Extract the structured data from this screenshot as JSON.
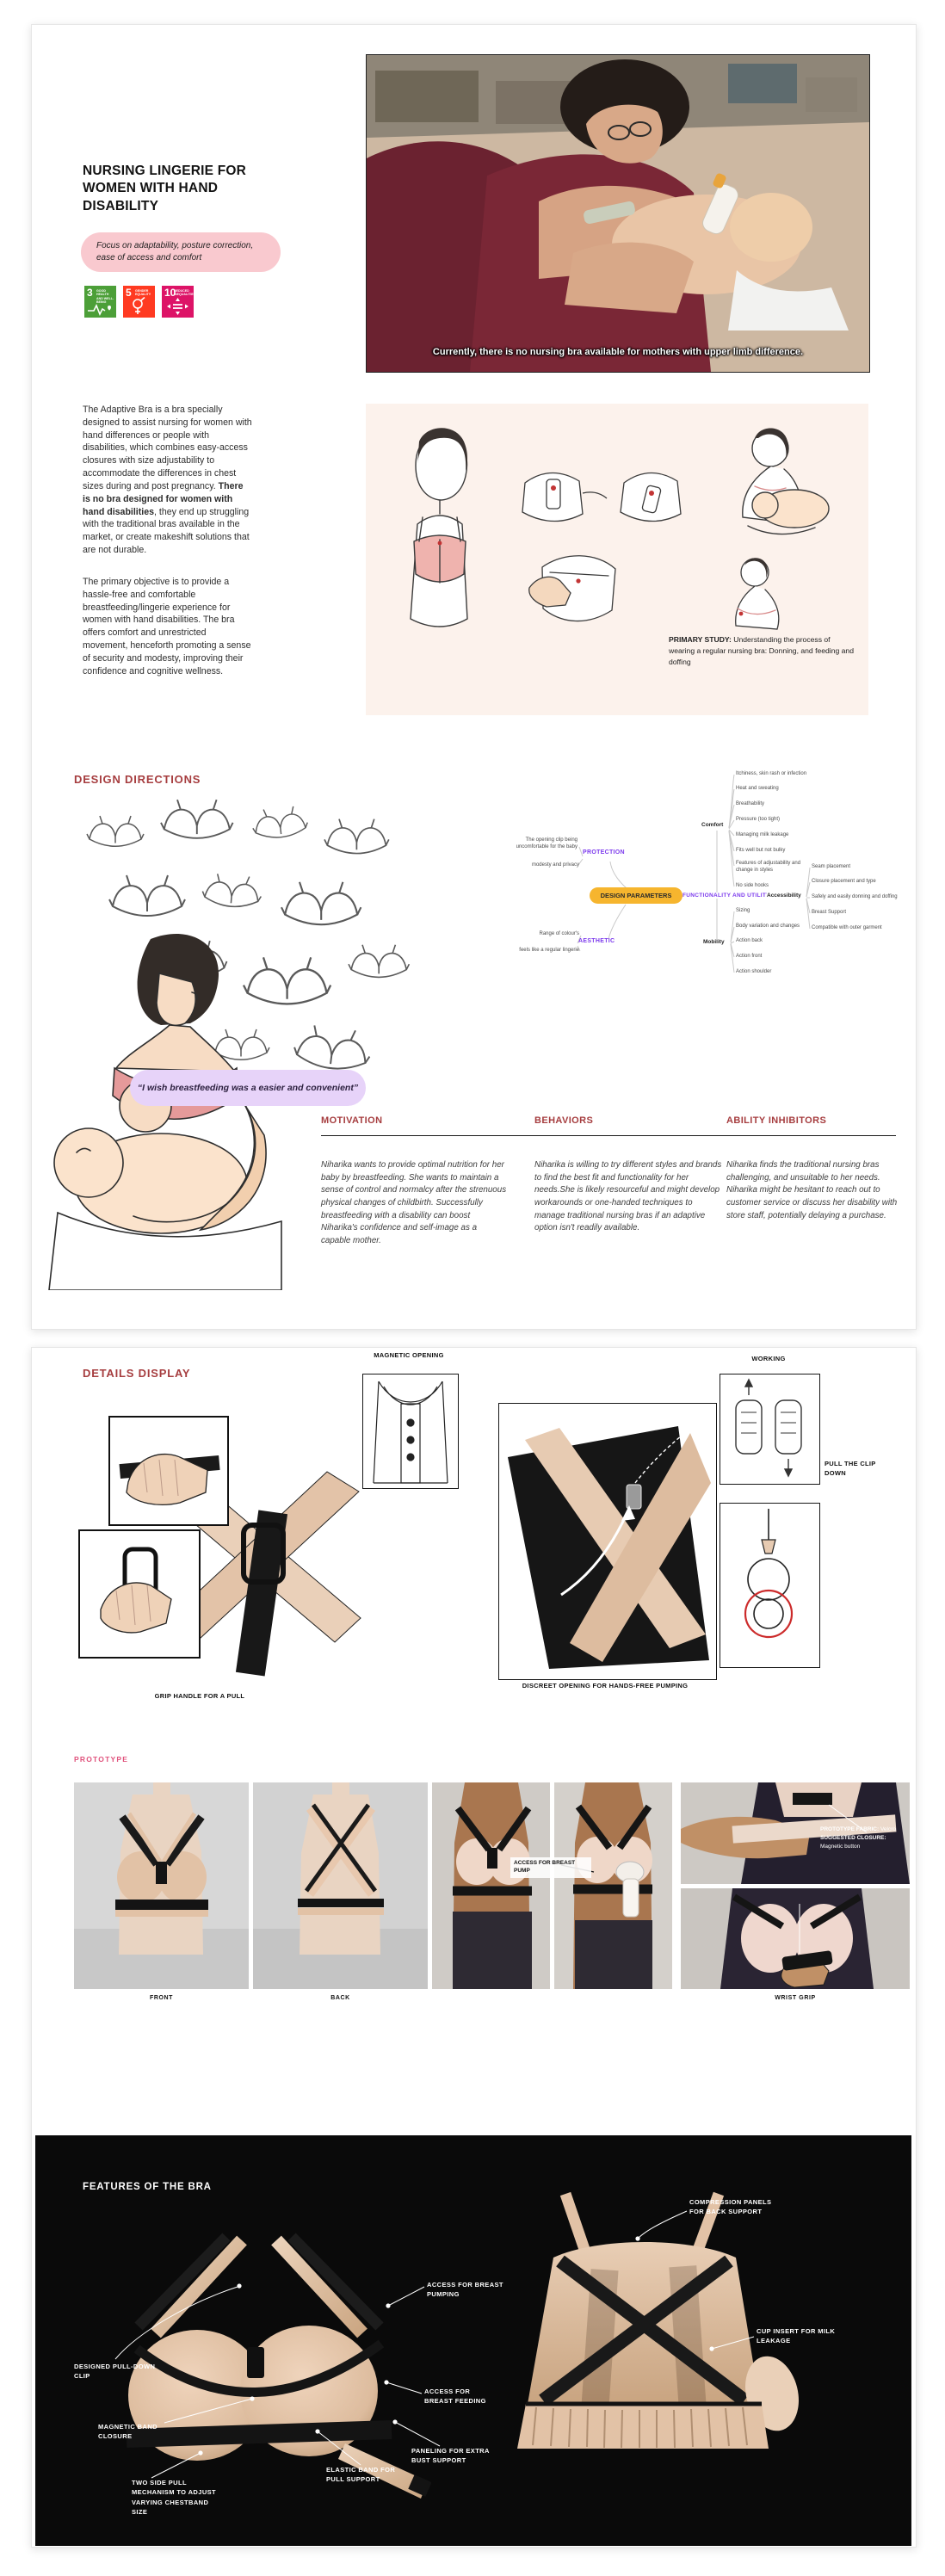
{
  "page1": {
    "title": "NURSING LINGERIE FOR WOMEN WITH HAND DISABILITY",
    "focus_note": "Focus on adaptability, posture correction, ease of access and comfort",
    "sdg": {
      "items": [
        {
          "num": "3",
          "label": "GOOD HEALTH AND WELL-BEING",
          "color": "#4C9F38"
        },
        {
          "num": "5",
          "label": "GENDER EQUALITY",
          "color": "#FF3A21"
        },
        {
          "num": "10",
          "label": "REDUCED INEQUALITIES",
          "color": "#DD1367"
        }
      ]
    },
    "photo_caption": "Currently, there is no nursing bra available for mothers with upper limb difference.",
    "intro": {
      "p1_a": "The Adaptive Bra is a bra specially designed to assist nursing for women with hand differences or people with disabilities, which combines easy-access closures with size adjustability to accommodate the differences in chest sizes during and post pregnancy. ",
      "p1_b": "There is no bra designed for women with hand disabilities",
      "p1_c": ", they end up struggling with the traditional bras available in the market, or create makeshift solutions that are not durable.",
      "p2": "The primary objective is to provide a hassle-free and comfortable breastfeeding/lingerie experience for women with hand disabilities. The bra offers comfort and unrestricted movement, henceforth promoting a sense of security and modesty, improving their confidence and cognitive wellness."
    },
    "primary_study": {
      "label": "PRIMARY STUDY:",
      "text": " Understanding the process of wearing a regular nursing bra: Donning, and feeding and doffing"
    },
    "design_directions": "DESIGN DIRECTIONS",
    "quote": "“I wish breastfeeding was a easier and convenient”",
    "persona": {
      "columns": [
        {
          "heading": "MOTIVATION",
          "text": "Niharika wants to provide optimal nutrition for her baby by breastfeeding. She wants to maintain a sense of control and normalcy after the strenuous physical changes of childbirth. Successfully breastfeeding with a disability can boost Niharika's confidence and self-image as a capable mother."
        },
        {
          "heading": "BEHAVIORS",
          "text": "Niharika is willing to try different styles and brands to find the best fit and functionality for her needs.She is likely resourceful and might develop workarounds or one-handed techniques to manage traditional nursing bras if an adaptive option isn't readily available."
        },
        {
          "heading": "ABILITY INHIBITORS",
          "text": "Niharika finds the traditional nursing bras challenging, and unsuitable to her needs. Niharika might be hesitant to reach out to customer service or discuss her disability with store staff, potentially delaying a purchase."
        }
      ]
    },
    "mindmap": {
      "center": "DESIGN PARAMETERS",
      "protection": {
        "label": "PROTECTION",
        "leaves": [
          "The opening clip being uncomfortable for the baby",
          "modesty and privacy"
        ]
      },
      "aesthetic": {
        "label": "AESTHETIC",
        "leaves": [
          "Range of colour's",
          "feels like a regular lingerie"
        ]
      },
      "functionality": {
        "label": "FUNCTIONALITY AND UTILITY",
        "comfort": {
          "label": "Comfort",
          "leaves": [
            "Itchiness, skin rash or infection",
            "Heat and sweating",
            "Breathability",
            "Pressure (too tight)",
            "Managing milk leakage",
            "Fits well but not bulky",
            "Features of adjustability and change in styles",
            "No side hooks"
          ]
        },
        "accessibility": {
          "label": "Accessibility",
          "leaves": [
            "Seam placement",
            "Closure placement and type",
            "Safely and easily donning and doffing",
            "Breast Support",
            "Compatible with outer garment"
          ]
        },
        "mobility": {
          "label": "Mobility",
          "leaves": [
            "Sizing",
            "Body variation and changes",
            "Action back",
            "Action front",
            "Action shoulder"
          ]
        }
      }
    }
  },
  "page2": {
    "details_display": "DETAILS DISPLAY",
    "labels": {
      "magnetic_opening": "MAGNETIC OPENING",
      "working": "WORKING",
      "pull_clip": "PULL THE CLIP DOWN",
      "grip_handle": "GRIP HANDLE FOR A PULL",
      "discreet_opening": "DISCREET OPENING FOR HANDS-FREE PUMPING"
    },
    "prototype": {
      "heading": "PROTOTYPE",
      "front": "FRONT",
      "back": "BACK",
      "access_pump": "ACCESS FOR BREAST PUMP",
      "fabric_label": "PROTOTYPE FABRIC:",
      "fabric_value": " Velcro",
      "closure_label": "SUGGESTED CLOSURE:",
      "closure_value": "Magnetic button",
      "wrist_grip": "WRIST GRIP"
    },
    "features": {
      "heading": "FEATURES OF THE BRA",
      "labels": [
        "COMPRESSION PANELS FOR BACK SUPPORT",
        "ACCESS FOR BREAST PUMPING",
        "CUP INSERT FOR MILK LEAKAGE",
        "DESIGNED PULL-DOWN CLIP",
        "ACCESS FOR BREAST FEEDING",
        "MAGNETIC BAND CLOSURE",
        "PANELING FOR EXTRA BUST SUPPORT",
        "ELASTIC BAND FOR PULL SUPPORT",
        "TWO SIDE PULL MECHANISM TO ADJUST VARYING CHESTBAND SIZE"
      ]
    }
  },
  "colors": {
    "accent_red": "#A63D3F",
    "pill_pink": "#F9C9CF",
    "bubble_purple": "#E7D3F9",
    "node_yellow": "#F6B52E",
    "branch_purple": "#7C3AED",
    "prototype_pink": "#E0527C",
    "bra_beige": "#E7CBB2",
    "black_section": "#0A0A0A",
    "sdg3_green": "#4C9F38",
    "sdg5_red": "#FF3A21",
    "sdg10_magenta": "#DD1367"
  }
}
